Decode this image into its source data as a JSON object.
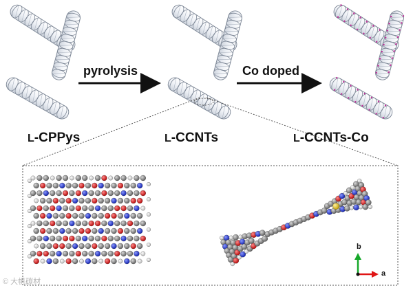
{
  "stages": [
    {
      "prefix": "L",
      "label": "-CPPys"
    },
    {
      "prefix": "L",
      "label": "-CCNTs"
    },
    {
      "prefix": "L",
      "label": "-CCNTs-Co"
    }
  ],
  "steps": [
    {
      "label": "pyrolysis"
    },
    {
      "label": "Co doped"
    }
  ],
  "axes": {
    "b": "b",
    "a": "a"
  },
  "watermark": "© 大帆碳材",
  "colors": {
    "tube_outline": "#7d8796",
    "carbon": "#8a8a8a",
    "oxygen": "#e01515",
    "nitrogen": "#1a2fd8",
    "hydrogen": "#f2f2f2",
    "cobalt": "#e8c820",
    "axis_b": "#16a82a",
    "axis_a": "#e01515",
    "co_dot": "#c0309a"
  }
}
